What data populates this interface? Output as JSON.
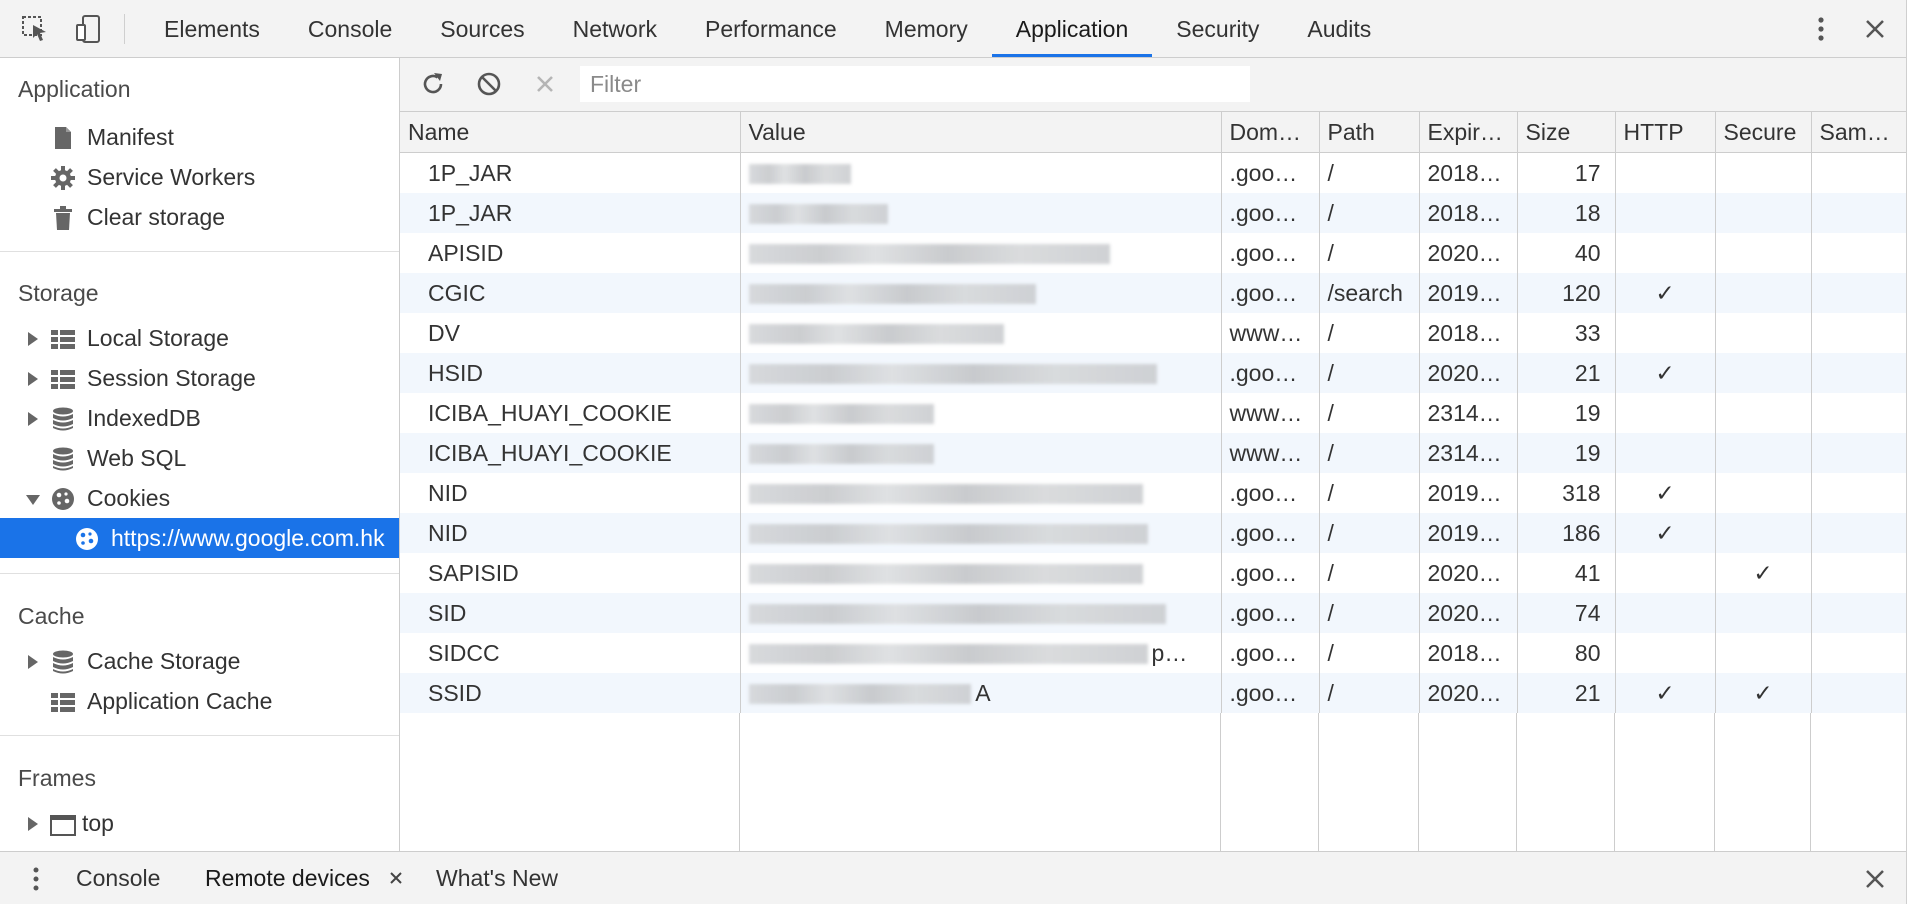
{
  "topbar": {
    "tabs": [
      "Elements",
      "Console",
      "Sources",
      "Network",
      "Performance",
      "Memory",
      "Application",
      "Security",
      "Audits"
    ],
    "active_tab": "Application"
  },
  "sidebar": {
    "application_title": "Application",
    "application_items": [
      {
        "label": "Manifest",
        "icon": "manifest-icon"
      },
      {
        "label": "Service Workers",
        "icon": "gear-icon"
      },
      {
        "label": "Clear storage",
        "icon": "trash-icon"
      }
    ],
    "storage_title": "Storage",
    "storage_items": [
      {
        "label": "Local Storage",
        "icon": "grid-icon",
        "expanded": false
      },
      {
        "label": "Session Storage",
        "icon": "grid-icon",
        "expanded": false
      },
      {
        "label": "IndexedDB",
        "icon": "database-icon",
        "expanded": false
      },
      {
        "label": "Web SQL",
        "icon": "database-icon",
        "expanded": null
      },
      {
        "label": "Cookies",
        "icon": "cookie-icon",
        "expanded": true
      }
    ],
    "cookie_origin": "https://www.google.com.hk",
    "cache_title": "Cache",
    "cache_items": [
      {
        "label": "Cache Storage",
        "icon": "database-icon"
      },
      {
        "label": "Application Cache",
        "icon": "grid-icon"
      }
    ],
    "frames_title": "Frames",
    "frames_items": [
      {
        "label": "top",
        "icon": "frame-icon"
      }
    ]
  },
  "toolbar": {
    "filter_placeholder": "Filter"
  },
  "cookies_table": {
    "columns": [
      "Name",
      "Value",
      "Dom…",
      "Path",
      "Expir…",
      "Size",
      "HTTP",
      "Secure",
      "Sam…"
    ],
    "rows": [
      {
        "name": "1P_JAR",
        "value": "",
        "domain": ".goo…",
        "path": "/",
        "expires": "2018…",
        "size": "17",
        "http": "",
        "secure": "",
        "samesite": ""
      },
      {
        "name": "1P_JAR",
        "value": "",
        "domain": ".goo…",
        "path": "/",
        "expires": "2018…",
        "size": "18",
        "http": "",
        "secure": "",
        "samesite": ""
      },
      {
        "name": "APISID",
        "value": "",
        "domain": ".goo…",
        "path": "/",
        "expires": "2020…",
        "size": "40",
        "http": "",
        "secure": "",
        "samesite": ""
      },
      {
        "name": "CGIC",
        "value": "",
        "domain": ".goo…",
        "path": "/search",
        "expires": "2019…",
        "size": "120",
        "http": "✓",
        "secure": "",
        "samesite": ""
      },
      {
        "name": "DV",
        "value": "",
        "domain": "www…",
        "path": "/",
        "expires": "2018…",
        "size": "33",
        "http": "",
        "secure": "",
        "samesite": ""
      },
      {
        "name": "HSID",
        "value": "",
        "domain": ".goo…",
        "path": "/",
        "expires": "2020…",
        "size": "21",
        "http": "✓",
        "secure": "",
        "samesite": ""
      },
      {
        "name": "ICIBA_HUAYI_COOKIE",
        "value": "",
        "domain": "www…",
        "path": "/",
        "expires": "2314…",
        "size": "19",
        "http": "",
        "secure": "",
        "samesite": ""
      },
      {
        "name": "ICIBA_HUAYI_COOKIE",
        "value": "",
        "domain": "www…",
        "path": "/",
        "expires": "2314…",
        "size": "19",
        "http": "",
        "secure": "",
        "samesite": ""
      },
      {
        "name": "NID",
        "value": "",
        "domain": ".goo…",
        "path": "/",
        "expires": "2019…",
        "size": "318",
        "http": "✓",
        "secure": "",
        "samesite": ""
      },
      {
        "name": "NID",
        "value": "",
        "domain": ".goo…",
        "path": "/",
        "expires": "2019…",
        "size": "186",
        "http": "✓",
        "secure": "",
        "samesite": ""
      },
      {
        "name": "SAPISID",
        "value": "",
        "domain": ".goo…",
        "path": "/",
        "expires": "2020…",
        "size": "41",
        "http": "",
        "secure": "✓",
        "samesite": ""
      },
      {
        "name": "SID",
        "value": "",
        "domain": ".goo…",
        "path": "/",
        "expires": "2020…",
        "size": "74",
        "http": "",
        "secure": "",
        "samesite": ""
      },
      {
        "name": "SIDCC",
        "value": "p…",
        "domain": ".goo…",
        "path": "/",
        "expires": "2018…",
        "size": "80",
        "http": "",
        "secure": "",
        "samesite": ""
      },
      {
        "name": "SSID",
        "value": "A",
        "domain": ".goo…",
        "path": "/",
        "expires": "2020…",
        "size": "21",
        "http": "✓",
        "secure": "✓",
        "samesite": ""
      }
    ]
  },
  "drawer": {
    "tabs": [
      "Console",
      "Remote devices",
      "What's New"
    ],
    "active_tab": "Remote devices"
  },
  "colors": {
    "accent": "#1a73e8",
    "toolbar_bg": "#f3f3f3",
    "row_alt": "#f2f7fd"
  }
}
